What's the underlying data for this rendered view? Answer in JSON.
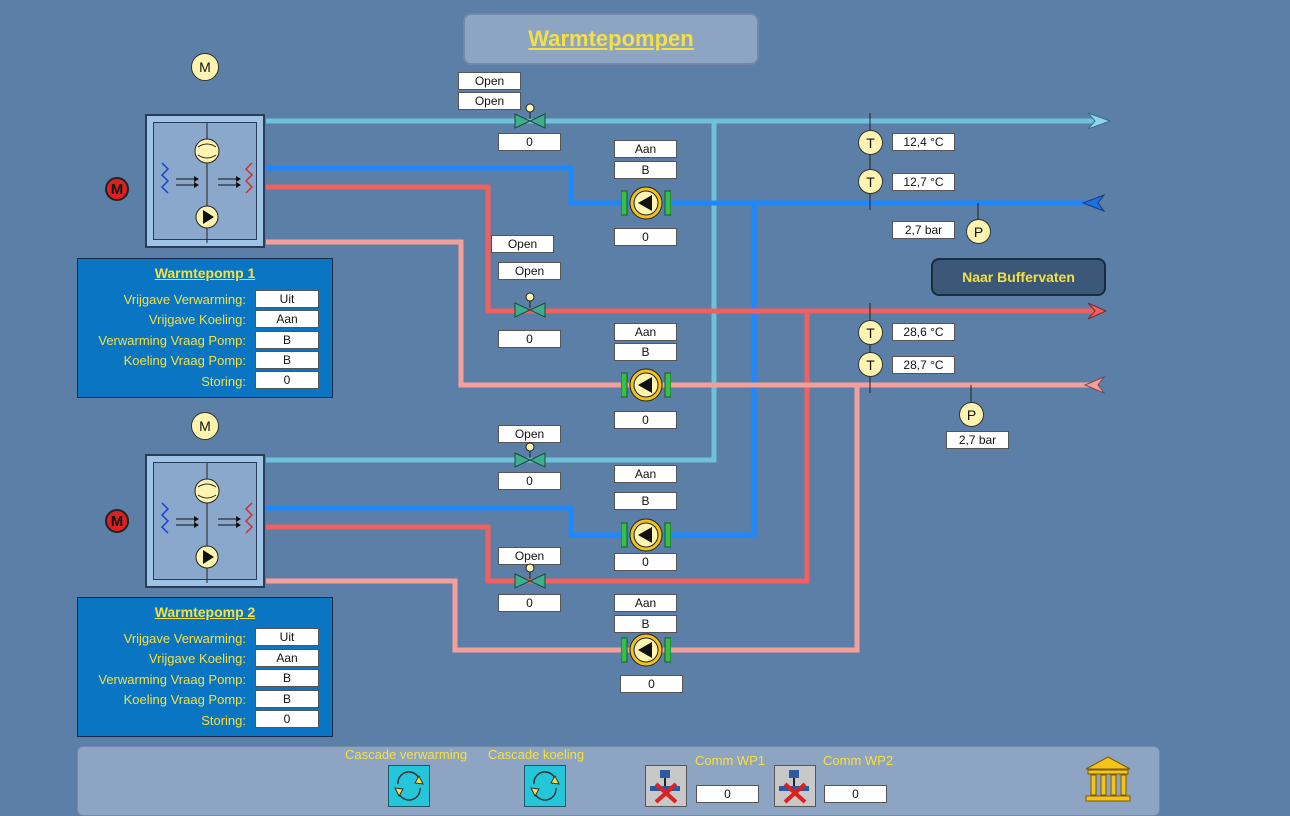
{
  "title": "Warmtepompen",
  "buffer_label": "Naar Buffervaten",
  "motor_label": "M",
  "temp_label": "T",
  "pressure_label": "P",
  "valves": {
    "v1_status_a": "Open",
    "v1_status_b": "Open",
    "v1_value": "0",
    "v2_status_a": "Open",
    "v2_status_b": "Open",
    "v2_value": "0",
    "v3_status": "Open",
    "v3_value": "0",
    "v4_status": "Open",
    "v4_value": "0"
  },
  "pumps": {
    "p1_state": "Aan",
    "p1_mode": "B",
    "p1_value": "0",
    "p2_state": "Aan",
    "p2_mode": "B",
    "p2_value": "0",
    "p3_state": "Aan",
    "p3_mode": "B",
    "p3_value": "0",
    "p4_state": "Aan",
    "p4_mode": "B",
    "p4_value": "0"
  },
  "sensors": {
    "t1": "12,4 °C",
    "t2": "12,7 °C",
    "p1": "2,7 bar",
    "t3": "28,6 °C",
    "t4": "28,7 °C",
    "p2": "2,7 bar"
  },
  "wp1": {
    "title": "Warmtepomp 1",
    "rows": [
      {
        "label": "Vrijgave Verwarming:",
        "value": "Uit"
      },
      {
        "label": "Vrijgave Koeling:",
        "value": "Aan"
      },
      {
        "label": "Verwarming Vraag Pomp:",
        "value": "B"
      },
      {
        "label": "Koeling Vraag Pomp:",
        "value": "B"
      },
      {
        "label": "Storing:",
        "value": "0"
      }
    ]
  },
  "wp2": {
    "title": "Warmtepomp 2",
    "rows": [
      {
        "label": "Vrijgave Verwarming:",
        "value": "Uit"
      },
      {
        "label": "Vrijgave Koeling:",
        "value": "Aan"
      },
      {
        "label": "Verwarming Vraag Pomp:",
        "value": "B"
      },
      {
        "label": "Koeling Vraag Pomp:",
        "value": "B"
      },
      {
        "label": "Storing:",
        "value": "0"
      }
    ]
  },
  "bottom": {
    "cascade_heating": "Cascade verwarming",
    "cascade_cooling": "Cascade koeling",
    "comm_wp1": "Comm WP1",
    "comm_wp1_value": "0",
    "comm_wp2": "Comm WP2",
    "comm_wp2_value": "0"
  },
  "colors": {
    "background": "#5b7fa6",
    "pipe_cool_supply": "#6ec1d8",
    "pipe_cool_return": "#1e88ff",
    "pipe_heat_supply": "#f06060",
    "pipe_heat_return": "#f4a09a",
    "accent_text": "#f5e042"
  }
}
